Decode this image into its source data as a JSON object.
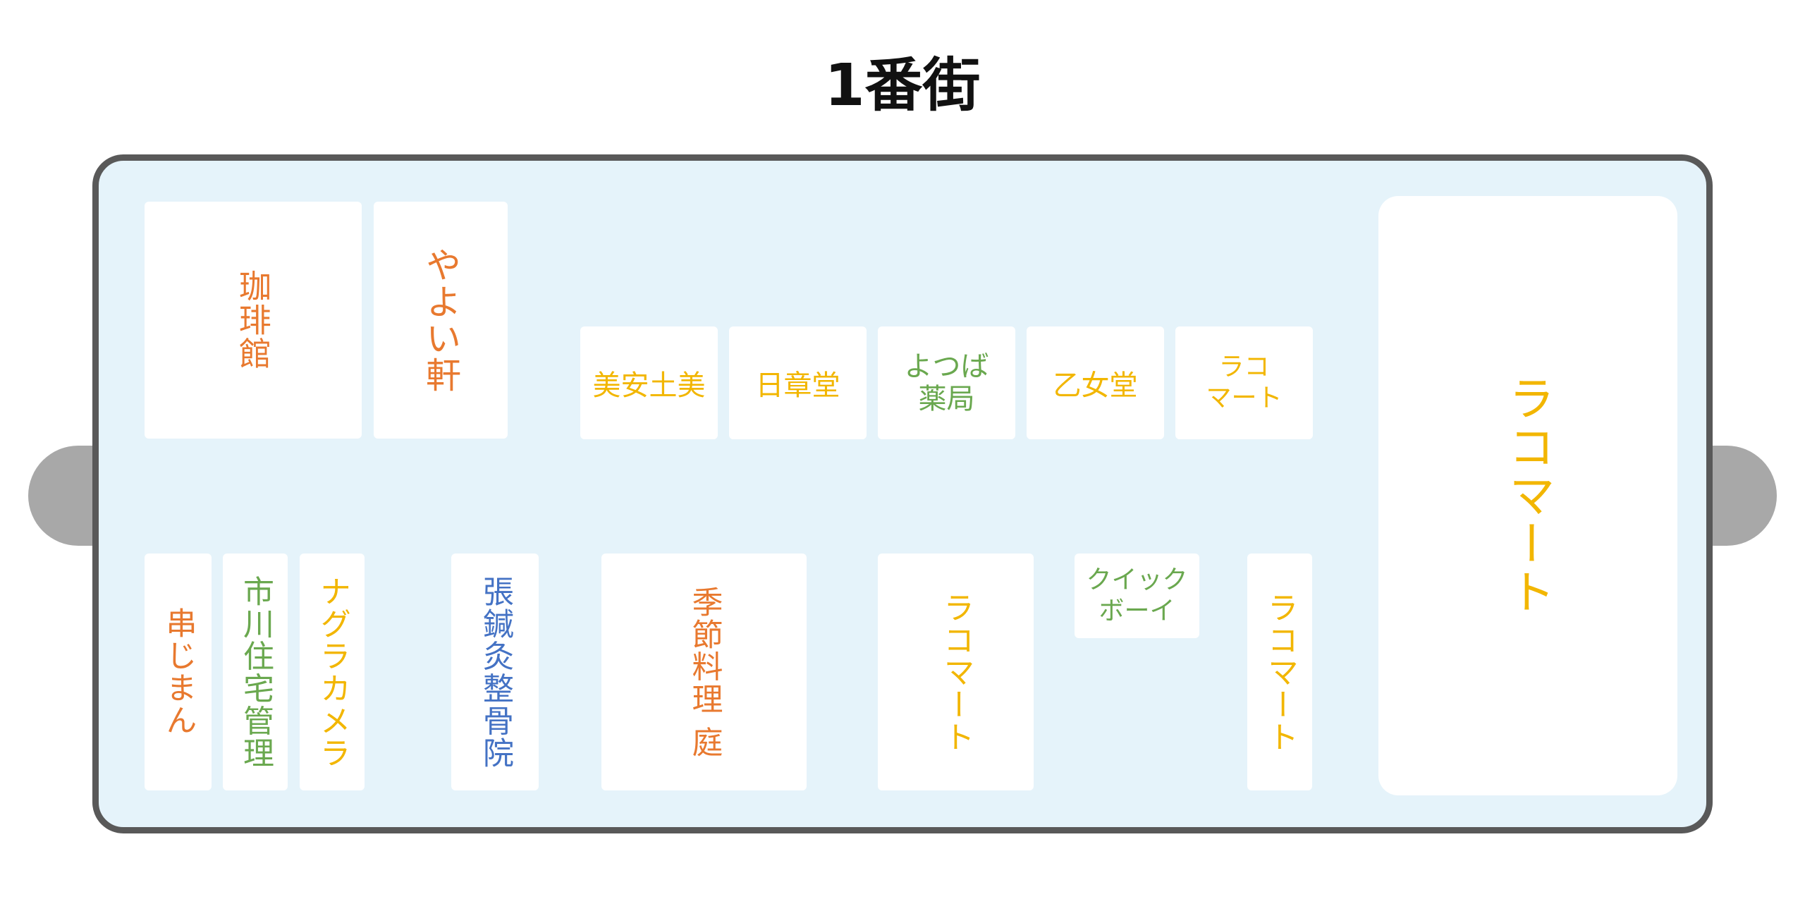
{
  "title": "1番街",
  "colors": {
    "orange": "#e8792f",
    "yellow": "#f2b600",
    "green": "#6aa84f",
    "blue": "#4472c4",
    "block_bg": "#e5f3fa",
    "block_border": "#595959",
    "tab": "#a8a8a8"
  },
  "stores": [
    {
      "id": "coffee-kan",
      "name": "珈琲館",
      "color": "orange"
    },
    {
      "id": "yayoi-ken",
      "name": "やよい軒",
      "color": "orange"
    },
    {
      "id": "biansidomi",
      "name": "美安土美",
      "color": "yellow"
    },
    {
      "id": "nisshodo",
      "name": "日章堂",
      "color": "yellow"
    },
    {
      "id": "yotsuba-pharmacy",
      "name": "よつば\n薬局",
      "color": "green"
    },
    {
      "id": "otomedo",
      "name": "乙女堂",
      "color": "yellow"
    },
    {
      "id": "lacomart-small",
      "name": "ラコ\nマート",
      "color": "yellow"
    },
    {
      "id": "lacomart-large",
      "name": "ラコマート",
      "color": "yellow"
    },
    {
      "id": "kushijiman",
      "name": "串じまん",
      "color": "orange"
    },
    {
      "id": "ichikawa-housing",
      "name": "市川住宅管理",
      "color": "green"
    },
    {
      "id": "nagura-camera",
      "name": "ナグラカメラ",
      "color": "yellow"
    },
    {
      "id": "acupuncture-clinic",
      "name": "張鍼灸整骨院",
      "color": "blue"
    },
    {
      "id": "kisetsu-ryoritei",
      "name": "季節料理 庭",
      "color": "orange"
    },
    {
      "id": "lacomart-bottom",
      "name": "ラコマート",
      "color": "yellow"
    },
    {
      "id": "quick-boy",
      "name": "クイック\nボーイ",
      "color": "green"
    },
    {
      "id": "lacomart-bottom-right",
      "name": "ラコマート",
      "color": "yellow"
    }
  ]
}
